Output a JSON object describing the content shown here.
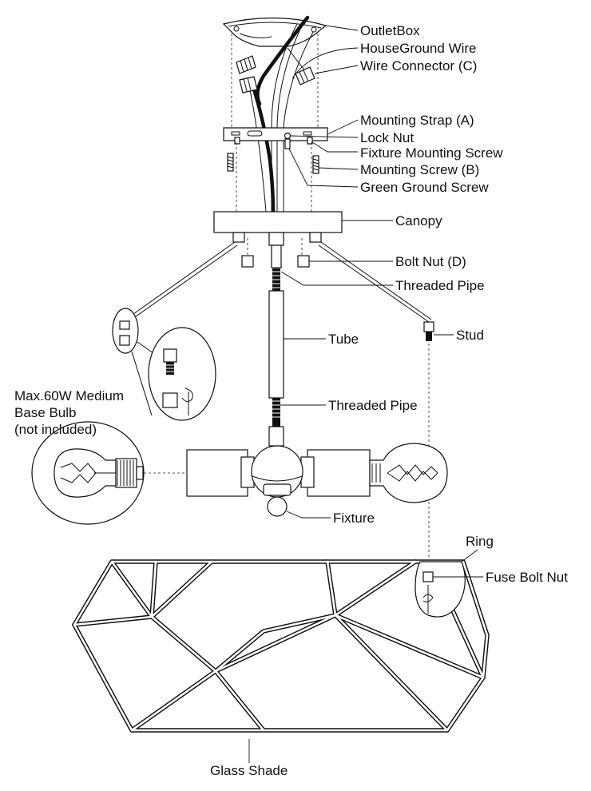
{
  "labels": {
    "outlet_box": "OutletBox",
    "house_ground_wire": "HouseGround Wire",
    "wire_connector": "Wire Connector (C)",
    "mounting_strap": "Mounting Strap (A)",
    "lock_nut": "Lock Nut",
    "fixture_mounting_screw": "Fixture Mounting Screw",
    "mounting_screw": "Mounting Screw (B)",
    "green_ground_screw": "Green Ground Screw",
    "canopy": "Canopy",
    "bolt_nut": "Bolt Nut (D)",
    "threaded_pipe_top": "Threaded Pipe",
    "stud": "Stud",
    "tube": "Tube",
    "bulb_line1": "Max.60W Medium",
    "bulb_line2": "Base Bulb",
    "bulb_line3": "(not included)",
    "threaded_pipe_bottom": "Threaded Pipe",
    "fixture": "Fixture",
    "ring": "Ring",
    "fuse_bolt_nut": "Fuse Bolt Nut",
    "glass_shade": "Glass Shade"
  }
}
